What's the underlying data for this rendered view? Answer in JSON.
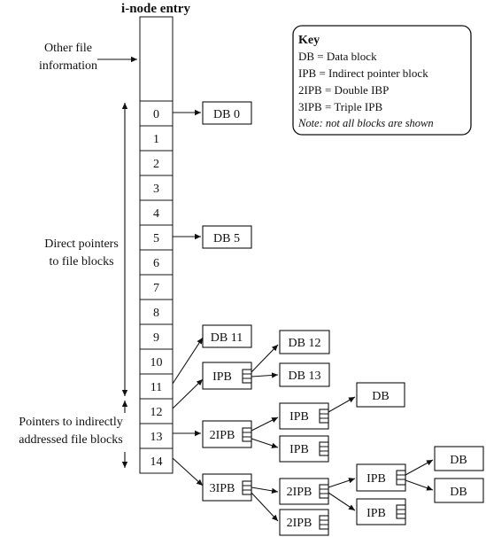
{
  "title": "i-node entry",
  "other_info_label": [
    "Other file",
    "information"
  ],
  "direct_label": [
    "Direct pointers",
    "to file blocks"
  ],
  "indirect_label": [
    "Pointers to indirectly",
    "addressed file blocks"
  ],
  "slots": [
    "0",
    "1",
    "2",
    "3",
    "4",
    "5",
    "6",
    "7",
    "8",
    "9",
    "10",
    "11",
    "12",
    "13",
    "14"
  ],
  "blocks": {
    "db0": "DB 0",
    "db5": "DB 5",
    "db11": "DB 11",
    "ipb_a": "IPB",
    "db12": "DB 12",
    "db13": "DB 13",
    "ipb2_a": "2IPB",
    "ipb_b": "IPB",
    "db_a": "DB",
    "ipb_c": "IPB",
    "ipb3": "3IPB",
    "ipb2_b": "2IPB",
    "ipb2_c": "2IPB",
    "ipb_d": "IPB",
    "ipb_e": "IPB",
    "db_b": "DB",
    "db_c": "DB"
  },
  "key": {
    "title": "Key",
    "lines": [
      "DB = Data block",
      "IPB = Indirect pointer block",
      "2IPB = Double IBP",
      "3IPB = Triple IPB"
    ],
    "note": "Note: not all blocks are shown"
  }
}
